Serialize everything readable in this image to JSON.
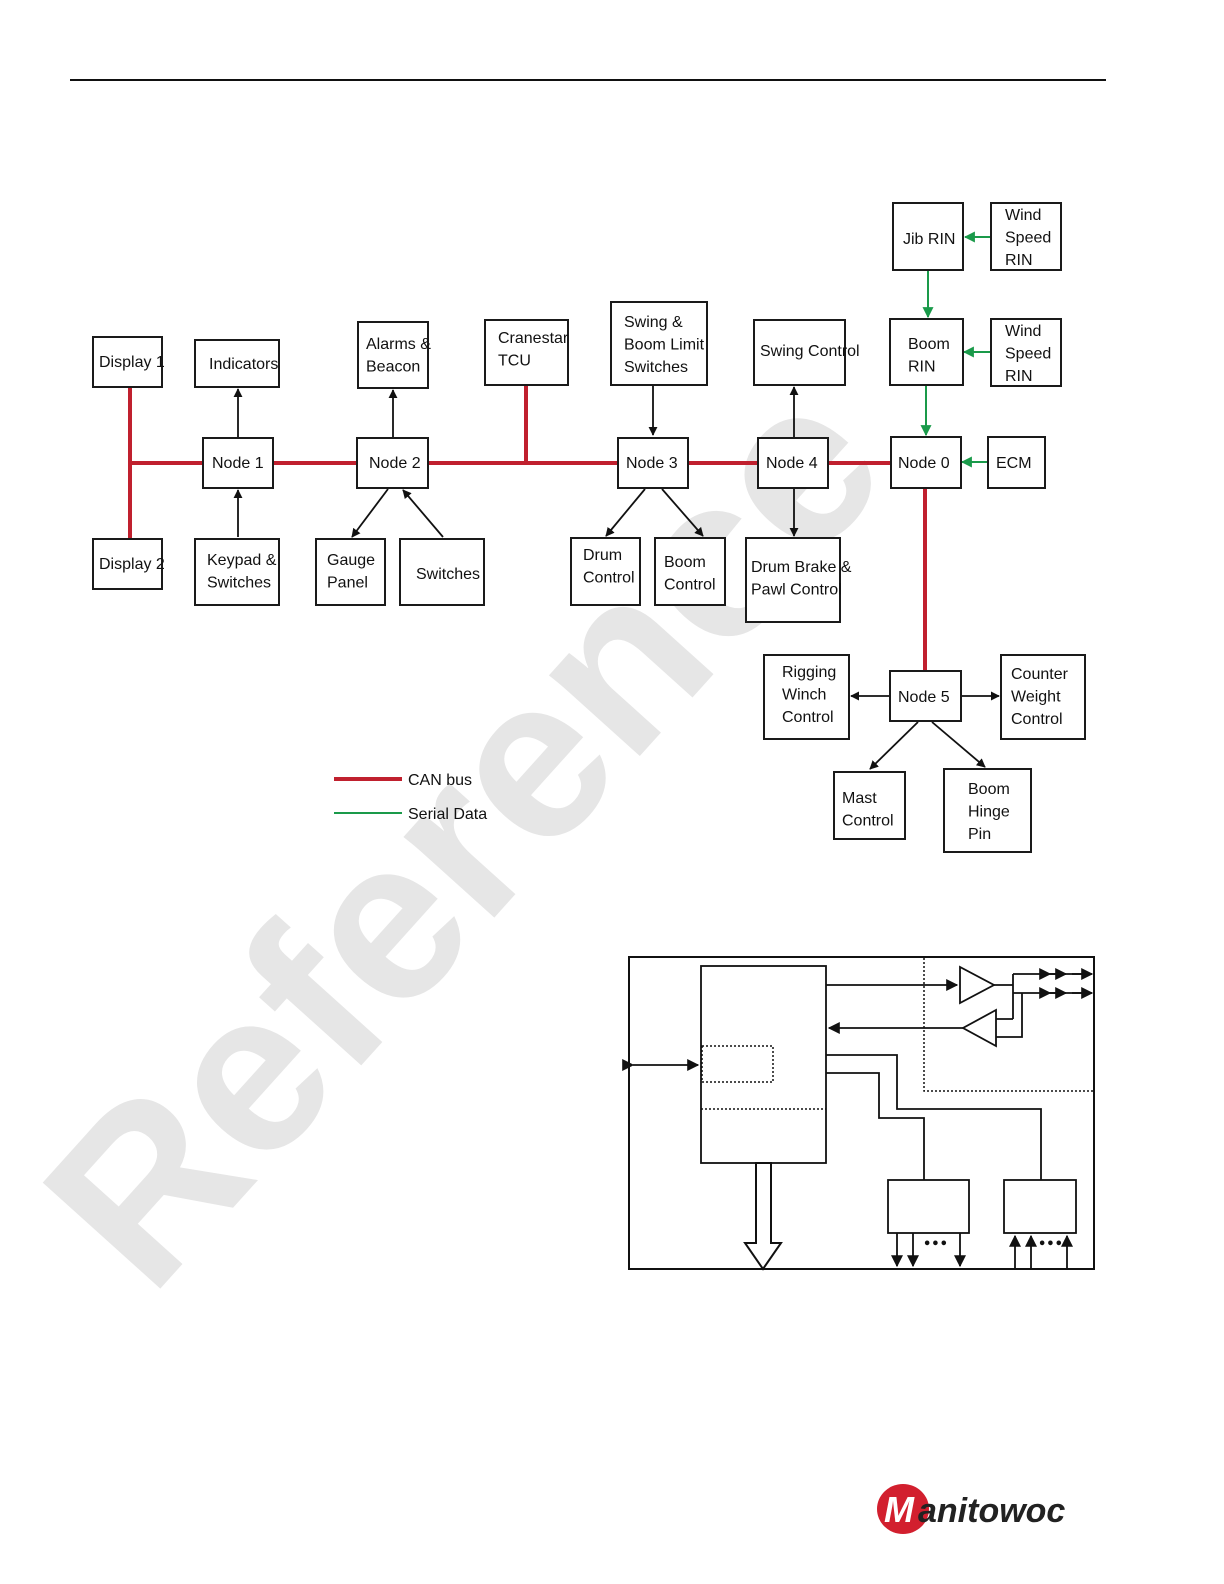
{
  "watermark": "Reference",
  "logo": {
    "text": "Manitowoc",
    "letter": "M",
    "brand_color": "#d21f2e"
  },
  "colors": {
    "can_bus": "#c0202e",
    "serial_data": "#1a9a4a",
    "line": "#111111"
  },
  "nodes": {
    "display1": [
      "Display 1"
    ],
    "display2": [
      "Display 2"
    ],
    "indicators": [
      "Indicators"
    ],
    "keypad": [
      "Keypad &",
      "Switches"
    ],
    "node1": [
      "Node 1"
    ],
    "alarms": [
      "Alarms &",
      "Beacon"
    ],
    "node2": [
      "Node 2"
    ],
    "gauge": [
      "Gauge",
      "Panel"
    ],
    "switches": [
      "Switches"
    ],
    "cranestar": [
      "Cranestar",
      "TCU"
    ],
    "swing_boom": [
      "Swing &",
      "Boom Limit",
      "Switches"
    ],
    "node3": [
      "Node 3"
    ],
    "drum_control": [
      "Drum",
      "Control"
    ],
    "boom_control": [
      "Boom",
      "Control"
    ],
    "swing_control": [
      "Swing Control"
    ],
    "node4": [
      "Node 4"
    ],
    "drum_brake": [
      "Drum Brake  &",
      "Pawl Control"
    ],
    "jib_rin": [
      "Jib RIN"
    ],
    "wind_speed_1": [
      "Wind",
      "Speed",
      "RIN"
    ],
    "boom_rin": [
      "Boom",
      "RIN"
    ],
    "wind_speed_2": [
      "Wind",
      "Speed",
      "RIN"
    ],
    "node0": [
      "Node 0"
    ],
    "ecm": [
      "ECM"
    ],
    "rigging": [
      "Rigging",
      "Winch",
      "Control"
    ],
    "node5": [
      "Node 5"
    ],
    "counter_weight": [
      "Counter",
      "Weight",
      "Control"
    ],
    "mast_control": [
      "Mast",
      "Control"
    ],
    "boom_hinge": [
      "Boom",
      "Hinge",
      "Pin"
    ]
  },
  "legend": {
    "can_bus": "CAN bus",
    "serial_data": "Serial Data"
  },
  "block_diagram": {
    "ellipsis_1": "•••",
    "ellipsis_2": "•••"
  }
}
